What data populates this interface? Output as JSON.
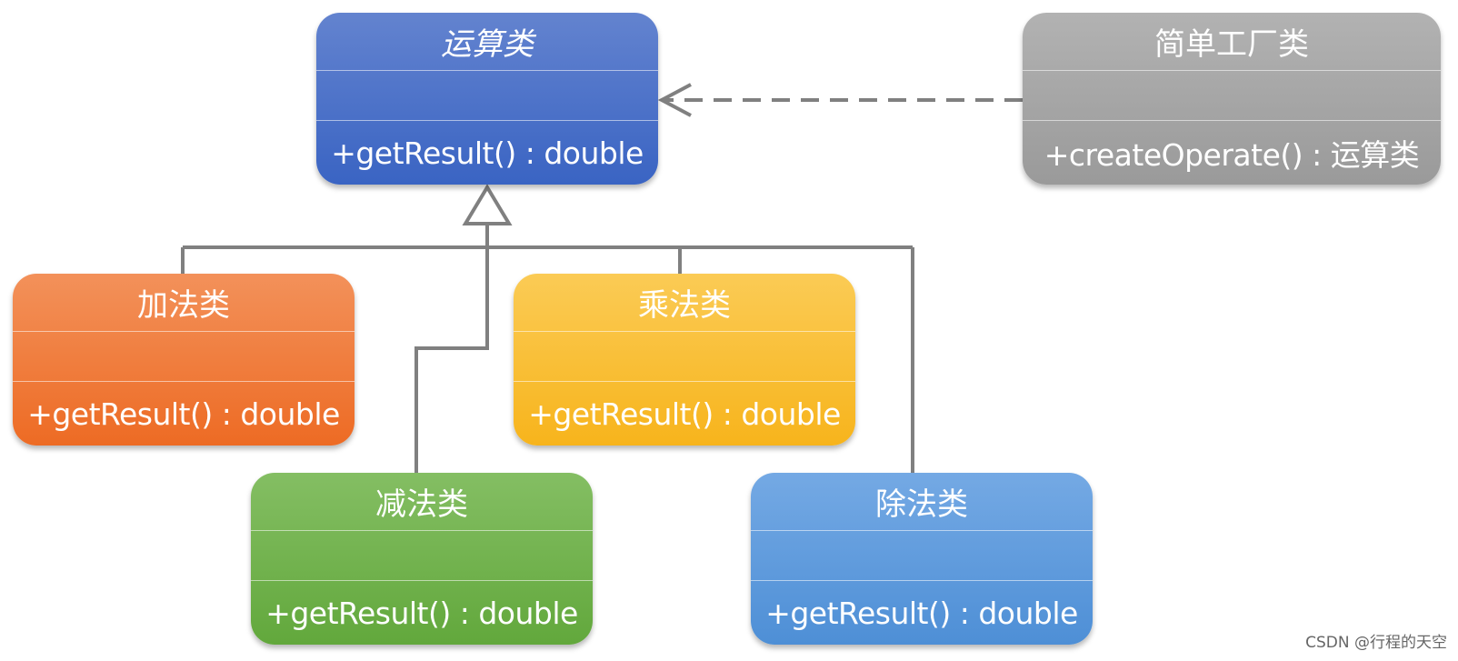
{
  "classes": {
    "operation": {
      "name": "运算类",
      "attributes": "",
      "operations": "+getResult() : double",
      "color": "#3f67c4",
      "abstract": true
    },
    "factory": {
      "name": "简单工厂类",
      "attributes": "",
      "operations": "+createOperate() : 运算类",
      "color": "#a0a0a0"
    },
    "add": {
      "name": "加法类",
      "attributes": "",
      "operations": "+getResult() : double",
      "color": "#ee6f2a"
    },
    "mul": {
      "name": "乘法类",
      "attributes": "",
      "operations": "+getResult() : double",
      "color": "#f8b921"
    },
    "sub": {
      "name": "减法类",
      "attributes": "",
      "operations": "+getResult() : double",
      "color": "#66aa40"
    },
    "div": {
      "name": "除法类",
      "attributes": "",
      "operations": "+getResult() : double",
      "color": "#5293d8"
    }
  },
  "relations": [
    {
      "type": "dependency",
      "from": "factory",
      "to": "operation"
    },
    {
      "type": "generalization",
      "from": "add",
      "to": "operation"
    },
    {
      "type": "generalization",
      "from": "sub",
      "to": "operation"
    },
    {
      "type": "generalization",
      "from": "mul",
      "to": "operation"
    },
    {
      "type": "generalization",
      "from": "div",
      "to": "operation"
    }
  ],
  "connector_color": "#808080",
  "watermark": "CSDN @行程的天空"
}
